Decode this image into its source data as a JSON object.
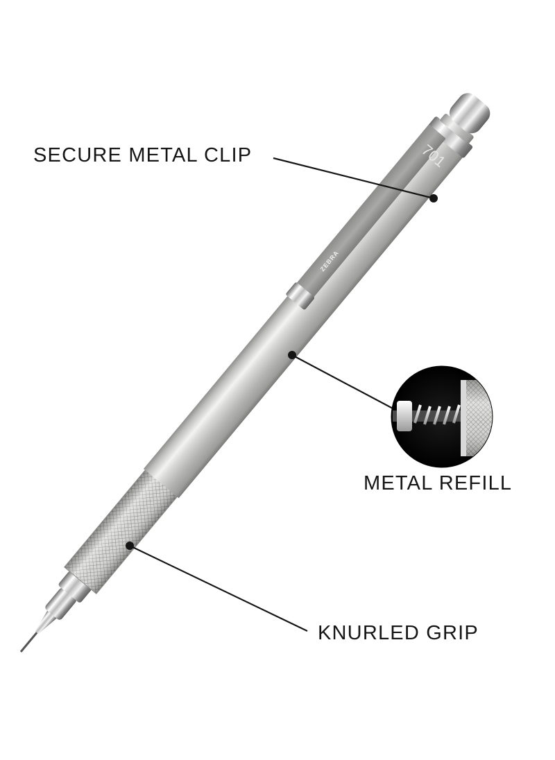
{
  "callouts": {
    "clip": "SECURE METAL CLIP",
    "refill": "METAL REFILL",
    "grip": "KNURLED GRIP"
  },
  "pen": {
    "model_engraving": "701",
    "brand_on_clip": "ZEBRA",
    "body_color": "#c9c9c7",
    "clip_color": "#9a9a98",
    "label_color": "#151515"
  }
}
